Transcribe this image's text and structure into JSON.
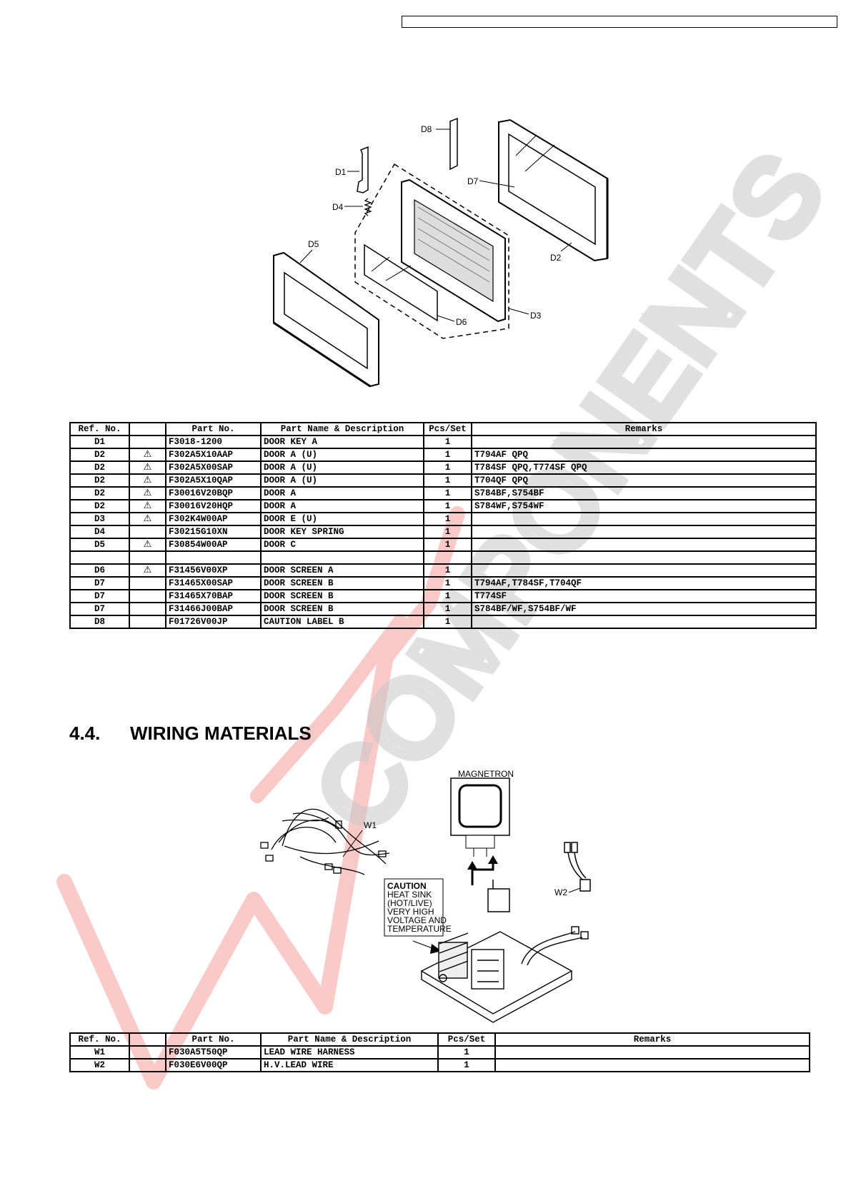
{
  "door_diagram": {
    "labels": [
      "D8",
      "D1",
      "D7",
      "D4",
      "D2",
      "D5",
      "D3",
      "D6"
    ]
  },
  "door_table": {
    "headers": [
      "Ref. No.",
      "",
      "Part No.",
      "Part Name & Description",
      "Pcs/Set",
      "Remarks"
    ],
    "rows": [
      {
        "ref": "D1",
        "warn": "",
        "part": "F3018-1200",
        "name": "DOOR KEY A",
        "pcs": "1",
        "remarks": ""
      },
      {
        "ref": "D2",
        "warn": "⚠",
        "part": "F302A5X10AAP",
        "name": "DOOR A (U)",
        "pcs": "1",
        "remarks": "T794AF QPQ"
      },
      {
        "ref": "D2",
        "warn": "⚠",
        "part": "F302A5X00SAP",
        "name": "DOOR A (U)",
        "pcs": "1",
        "remarks": "T784SF QPQ,T774SF QPQ"
      },
      {
        "ref": "D2",
        "warn": "⚠",
        "part": "F302A5X10QAP",
        "name": "DOOR A (U)",
        "pcs": "1",
        "remarks": "T704QF QPQ"
      },
      {
        "ref": "D2",
        "warn": "⚠",
        "part": "F30016V20BQP",
        "name": "DOOR A",
        "pcs": "1",
        "remarks": "S784BF,S754BF"
      },
      {
        "ref": "D2",
        "warn": "⚠",
        "part": "F30016V20HQP",
        "name": "DOOR A",
        "pcs": "1",
        "remarks": "S784WF,S754WF"
      },
      {
        "ref": "D3",
        "warn": "⚠",
        "part": "F302K4W00AP",
        "name": "DOOR E (U)",
        "pcs": "1",
        "remarks": ""
      },
      {
        "ref": "D4",
        "warn": "",
        "part": "F30215G10XN",
        "name": "DOOR KEY SPRING",
        "pcs": "1",
        "remarks": ""
      },
      {
        "ref": "D5",
        "warn": "⚠",
        "part": "F30854W00AP",
        "name": "DOOR C",
        "pcs": "1",
        "remarks": ""
      },
      {
        "ref": "",
        "warn": "",
        "part": "",
        "name": "",
        "pcs": "",
        "remarks": ""
      },
      {
        "ref": "D6",
        "warn": "⚠",
        "part": "F31456V00XP",
        "name": "DOOR SCREEN A",
        "pcs": "1",
        "remarks": ""
      },
      {
        "ref": "D7",
        "warn": "",
        "part": "F31465X00SAP",
        "name": "DOOR SCREEN B",
        "pcs": "1",
        "remarks": "T794AF,T784SF,T704QF"
      },
      {
        "ref": "D7",
        "warn": "",
        "part": "F31465X70BAP",
        "name": "DOOR SCREEN B",
        "pcs": "1",
        "remarks": "T774SF"
      },
      {
        "ref": "D7",
        "warn": "",
        "part": "F31466J00BAP",
        "name": "DOOR SCREEN B",
        "pcs": "1",
        "remarks": "S784BF/WF,S754BF/WF"
      },
      {
        "ref": "D8",
        "warn": "",
        "part": "F01726V00JP",
        "name": "CAUTION LABEL B",
        "pcs": "1",
        "remarks": ""
      }
    ]
  },
  "section": {
    "number": "4.4.",
    "title": "WIRING MATERIALS"
  },
  "wiring_diagram": {
    "magnetron_label": "MAGNETRON",
    "w1_label": "W1",
    "w2_label": "W2",
    "caution_title": "CAUTION",
    "caution_lines": [
      "HEAT SINK",
      "(HOT/LIVE)",
      "VERY HIGH",
      "VOLTAGE AND",
      "TEMPERATURE"
    ]
  },
  "wiring_table": {
    "headers": [
      "Ref. No.",
      "",
      "Part No.",
      "Part Name & Description",
      "Pcs/Set",
      "Remarks"
    ],
    "rows": [
      {
        "ref": "W1",
        "warn": "",
        "part": "F030A5T50QP",
        "name": "LEAD WIRE HARNESS",
        "pcs": "1",
        "remarks": ""
      },
      {
        "ref": "W2",
        "warn": "",
        "part": "F030E6V00QP",
        "name": "H.V.LEAD WIRE",
        "pcs": "1",
        "remarks": ""
      }
    ]
  },
  "watermark_text": "COMPONENTS",
  "colors": {
    "watermark_red": "#e8413a",
    "watermark_gray": "#c8c8c8"
  }
}
